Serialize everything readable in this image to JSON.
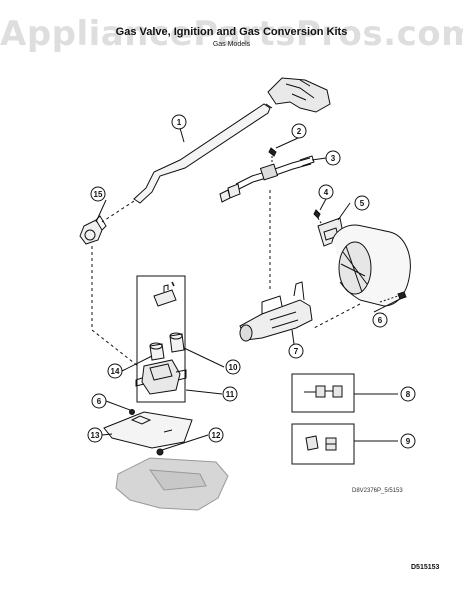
{
  "watermark": "AppliancePartsPros.com",
  "title": "Gas Valve, Ignition and Gas Conversion Kits",
  "subtitle": "Gas Models",
  "callouts": [
    "1",
    "2",
    "3",
    "4",
    "5",
    "6",
    "7",
    "8",
    "9",
    "10",
    "11",
    "12",
    "13",
    "14",
    "15",
    "6"
  ],
  "drawing_code": "D8V2376P_5/5153",
  "page_code": "D515153",
  "colors": {
    "line": "#111111",
    "watermark": "#d8d8d8"
  }
}
